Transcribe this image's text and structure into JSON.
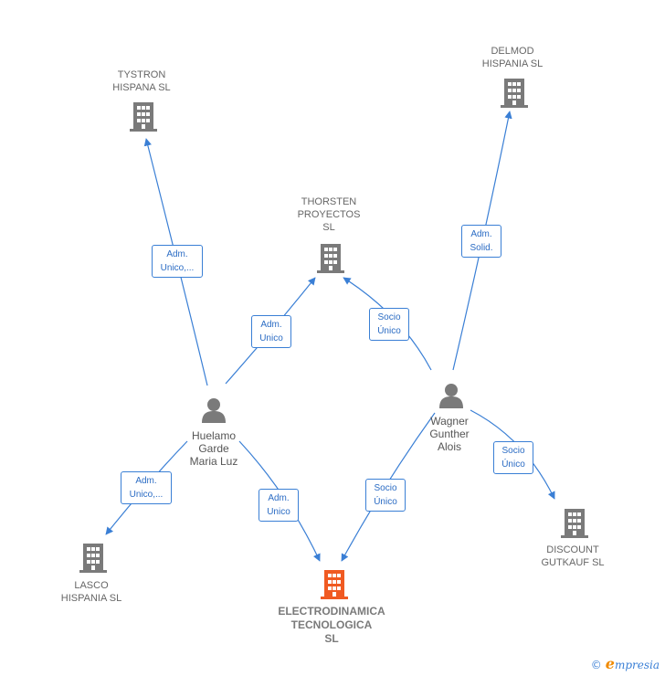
{
  "colors": {
    "edge": "#3a7fd5",
    "building": "#7a7a7a",
    "main_building": "#f05a22",
    "person": "#7a7a7a"
  },
  "companies": {
    "tystron": {
      "lines": [
        "TYSTRON",
        "HISPANA  SL"
      ]
    },
    "delmod": {
      "lines": [
        "DELMOD",
        "HISPANIA SL"
      ]
    },
    "thorsten": {
      "lines": [
        "THORSTEN",
        "PROYECTOS",
        "SL"
      ]
    },
    "lasco": {
      "lines": [
        "LASCO",
        "HISPANIA SL"
      ]
    },
    "electro": {
      "lines": [
        "ELECTRODINAMICA",
        "TECNOLOGICA",
        "SL"
      ]
    },
    "discount": {
      "lines": [
        "DISCOUNT",
        "GUTKAUF  SL"
      ]
    }
  },
  "persons": {
    "huelamo": {
      "lines": [
        "Huelamo",
        "Garde",
        "Maria Luz"
      ]
    },
    "wagner": {
      "lines": [
        "Wagner",
        "Gunther",
        "Alois"
      ]
    }
  },
  "edges": {
    "h_tystron": {
      "lines": [
        "Adm.",
        "Unico,..."
      ]
    },
    "h_thorsten": {
      "lines": [
        "Adm.",
        "Unico"
      ]
    },
    "h_lasco": {
      "lines": [
        "Adm.",
        "Unico,..."
      ]
    },
    "h_electro": {
      "lines": [
        "Adm.",
        "Unico"
      ]
    },
    "w_delmod": {
      "lines": [
        "Adm.",
        "Solid."
      ]
    },
    "w_thorsten": {
      "lines": [
        "Socio",
        "Único"
      ]
    },
    "w_electro": {
      "lines": [
        "Socio",
        "Único"
      ]
    },
    "w_discount": {
      "lines": [
        "Socio",
        "Único"
      ]
    }
  },
  "footer": {
    "copyright": "©",
    "brand_e": "e",
    "brand_rest": "mpresia"
  }
}
